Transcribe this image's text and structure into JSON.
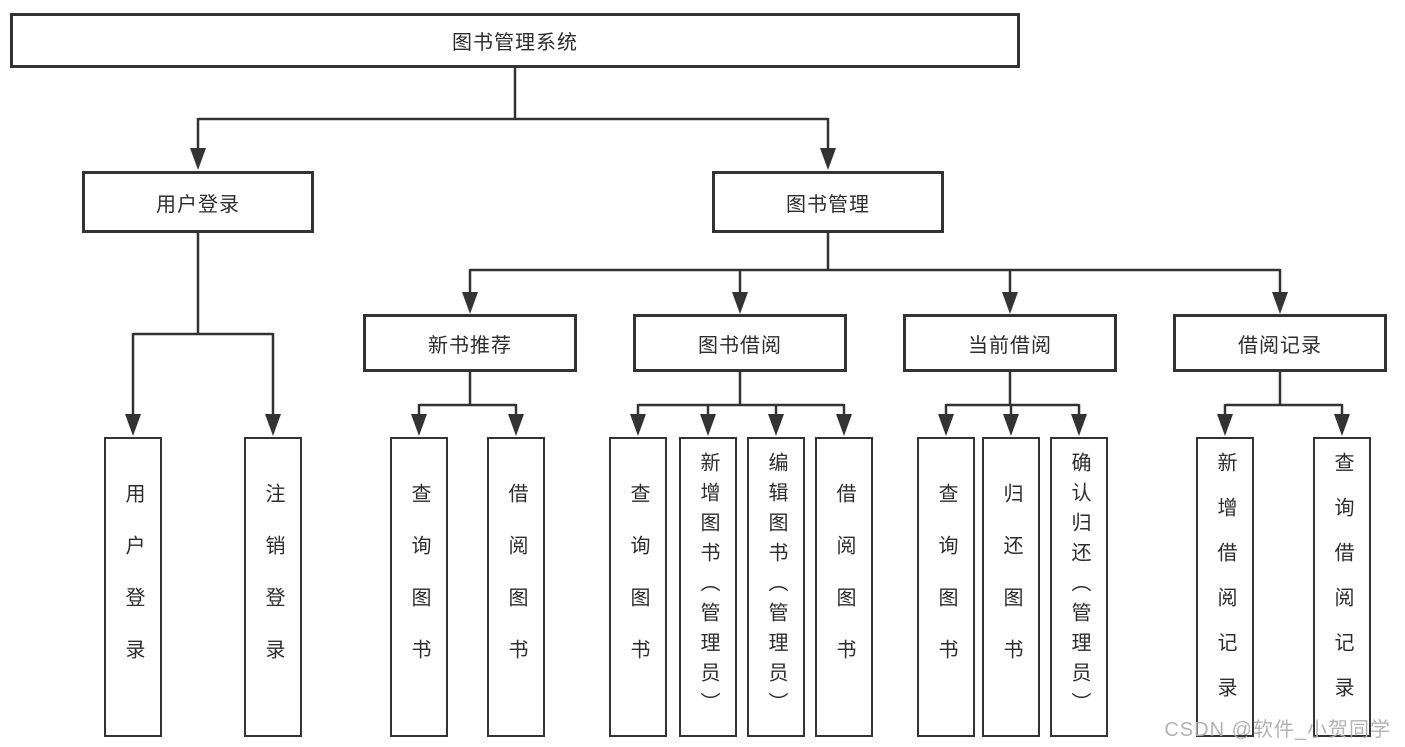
{
  "diagram": {
    "root": "图书管理系统",
    "branches": {
      "user": {
        "label": "用户登录",
        "children": [
          "用户登录",
          "注销登录"
        ]
      },
      "management": {
        "label": "图书管理",
        "groups": [
          {
            "label": "新书推荐",
            "children": [
              "查询图书",
              "借阅图书"
            ]
          },
          {
            "label": "图书借阅",
            "children": [
              "查询图书",
              "新增图书（管理员）",
              "编辑图书（管理员）",
              "借阅图书"
            ]
          },
          {
            "label": "当前借阅",
            "children": [
              "查询图书",
              "归还图书",
              "确认归还（管理员）"
            ]
          },
          {
            "label": "借阅记录",
            "children": [
              "新增借阅记录",
              "查询借阅记录"
            ]
          }
        ]
      }
    }
  },
  "watermark": "CSDN @软件_小贺同学",
  "colors": {
    "line": "#333333",
    "text": "#2d2d2d",
    "watermark": "#afafaf",
    "background": "#ffffff"
  }
}
